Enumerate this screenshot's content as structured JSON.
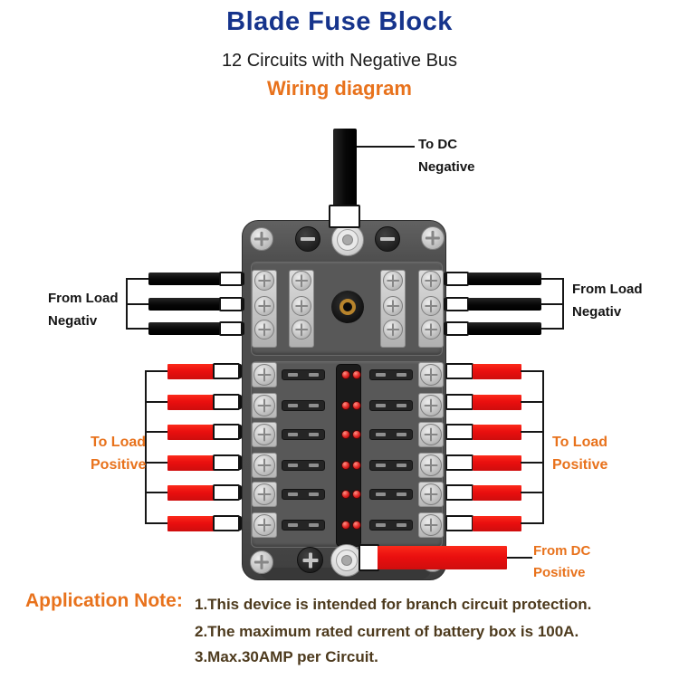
{
  "header": {
    "title": "Blade Fuse Block",
    "subtitle": "12 Circuits with Negative Bus",
    "diagram_label": "Wiring diagram"
  },
  "wire_labels": {
    "to_dc_negative": [
      "To DC",
      "Negative"
    ],
    "from_load_negative_left": [
      "From Load",
      "Negativ"
    ],
    "from_load_negative_right": [
      "From Load",
      "Negativ"
    ],
    "to_load_positive_left": [
      "To Load",
      "Positive"
    ],
    "to_load_positive_right": [
      "To Load",
      "Positive"
    ],
    "from_dc_positive": [
      "From DC",
      "Positive"
    ]
  },
  "application_note": {
    "heading": "Application Note:",
    "items": [
      "1.This device is intended for branch circuit protection.",
      "2.The maximum rated current of battery box is 100A.",
      "3.Max.30AMP per Circuit."
    ]
  },
  "device": {
    "negative_terminal_symbol": "−",
    "positive_terminal_symbol": "+",
    "fuse_count": 12,
    "indicator_led_count": 12,
    "negative_bus_screw_count": 12
  },
  "colors": {
    "title_blue": "#16348c",
    "accent_orange": "#e8721c",
    "note_text_brown": "#4d3a1d",
    "wire_red": "#ea1111",
    "wire_black": "#0d0d0d",
    "device_body": "#4f4f4f"
  }
}
